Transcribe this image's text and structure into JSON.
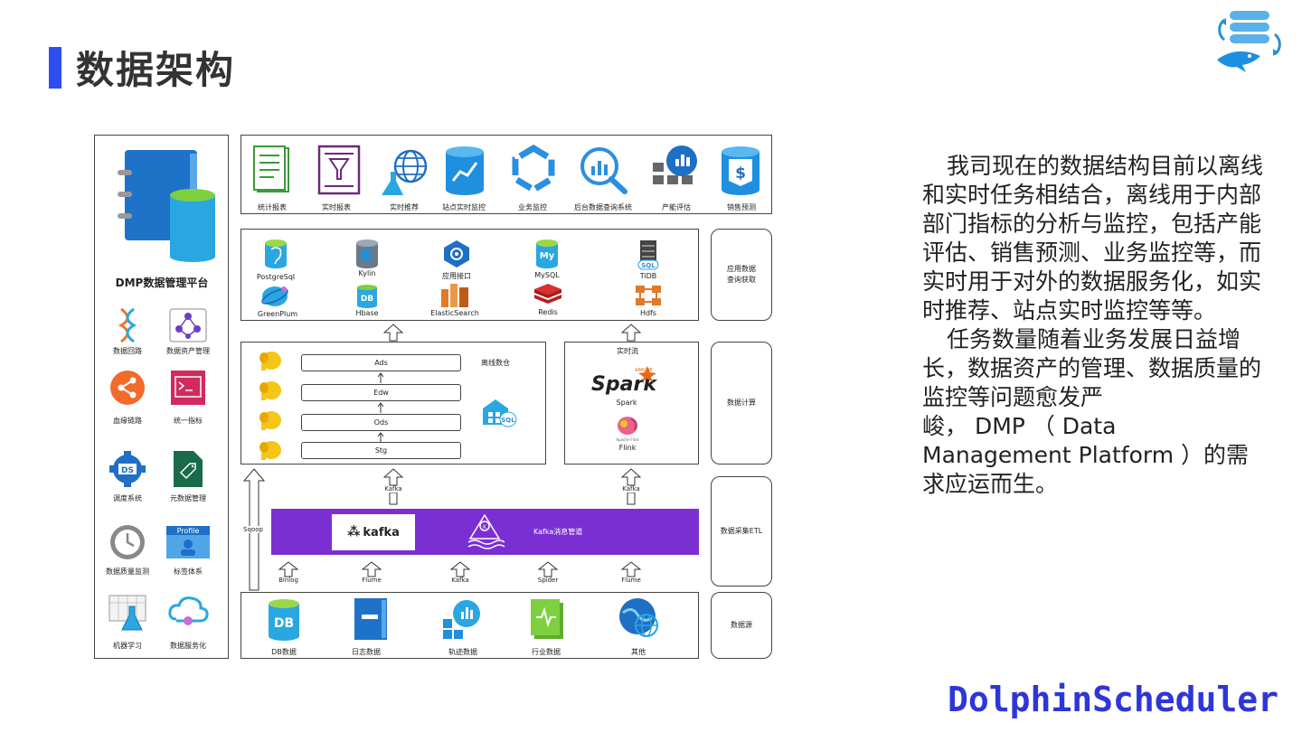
{
  "header": {
    "title": "数据架构"
  },
  "brand": {
    "name": "DolphinScheduler"
  },
  "platform": {
    "title": "DMP数据管理平台",
    "items": [
      {
        "label": "数据回路",
        "icon": "dna-icon"
      },
      {
        "label": "数据资产管理",
        "icon": "hierarchy-icon"
      },
      {
        "label": "血缘链路",
        "icon": "share-network-icon"
      },
      {
        "label": "统一指标",
        "icon": "terminal-icon"
      },
      {
        "label": "调度系统",
        "icon": "ds-gear-icon"
      },
      {
        "label": "元数据管理",
        "icon": "tag-file-icon"
      },
      {
        "label": "数据质量监测",
        "icon": "clock-icon"
      },
      {
        "label": "标签体系",
        "icon": "profile-icon"
      },
      {
        "label": "机器学习",
        "icon": "flask-icon"
      },
      {
        "label": "数据服务化",
        "icon": "cloud-service-icon"
      }
    ]
  },
  "apps": [
    {
      "label": "统计报表",
      "icon": "report-icon"
    },
    {
      "label": "实时报表",
      "icon": "funnel-report-icon"
    },
    {
      "label": "实时推荐",
      "icon": "globe-flask-icon"
    },
    {
      "label": "站点实时监控",
      "icon": "monitor-db-icon"
    },
    {
      "label": "业务监控",
      "icon": "hexagon-network-icon"
    },
    {
      "label": "后台数据查询系统",
      "icon": "search-chart-icon"
    },
    {
      "label": "产能评估",
      "icon": "capacity-chart-icon"
    },
    {
      "label": "销售预测",
      "icon": "dollar-db-icon"
    }
  ],
  "storage": [
    {
      "label": "PostgreSql",
      "icon": "postgres-icon"
    },
    {
      "label": "Kylin",
      "icon": "kylin-icon"
    },
    {
      "label": "应用接口",
      "icon": "api-hex-icon"
    },
    {
      "label": "MySQL",
      "icon": "mysql-icon"
    },
    {
      "label": "TiDB",
      "icon": "tidb-icon"
    },
    {
      "label": "GreenPlum",
      "icon": "greenplum-icon"
    },
    {
      "label": "Hbase",
      "icon": "hbase-icon"
    },
    {
      "label": "ElasticSearch",
      "icon": "elasticsearch-icon"
    },
    {
      "label": "Redis",
      "icon": "redis-icon"
    },
    {
      "label": "Hdfs",
      "icon": "hdfs-icon"
    }
  ],
  "sql_badge": "SQL",
  "offline": {
    "label": "离线数仓",
    "layers": [
      "Ads",
      "Edw",
      "Ods",
      "Stg"
    ]
  },
  "realtime": {
    "label": "实时流",
    "engines": [
      {
        "label": "Spark",
        "logo": "Spark",
        "logo_prefix": "APACHE"
      },
      {
        "label": "Flink",
        "logo_caption": "Apache Flink"
      }
    ]
  },
  "kafka": {
    "logo_text": "kafka",
    "pipe_label": "Kafka消息管道",
    "up_labels": [
      "Kafka",
      "Kafka"
    ],
    "sqoop_label": "Sqoop"
  },
  "ingest": [
    "Binlog",
    "Flume",
    "Kafka",
    "Spider",
    "Flume"
  ],
  "sources": [
    {
      "label": "DB数据",
      "icon": "db-icon",
      "text": "DB"
    },
    {
      "label": "日志数据",
      "icon": "log-book-icon"
    },
    {
      "label": "轨迹数据",
      "icon": "track-chart-icon"
    },
    {
      "label": "行业数据",
      "icon": "industry-file-icon"
    },
    {
      "label": "其他",
      "icon": "globe-icon"
    }
  ],
  "profile_badge": "Profile",
  "ds_badge": "DS",
  "layers": [
    {
      "label": "应用数据\n查询获取"
    },
    {
      "label": "数据计算"
    },
    {
      "label": "数据采集ETL"
    },
    {
      "label": "数据源"
    }
  ],
  "description": {
    "p1": "我司现在的数据结构目前以离线和实时任务相结合，离线用于内部部门指标的分析与监控，包括产能评估、销售预测、业务监控等，而实时用于对外的数据服务化，如实时推荐、站点实时监控等等。",
    "p2": "任务数量随着业务发展日益增长，数据资产的管理、数据质量的监控等问题愈发严",
    "p3": "峻， DMP （ Data Management Platform ）的需求应运而生。"
  },
  "colors": {
    "accent": "#2f4cf0",
    "kafka": "#7b2fd3",
    "brand": "#2f36d8"
  }
}
